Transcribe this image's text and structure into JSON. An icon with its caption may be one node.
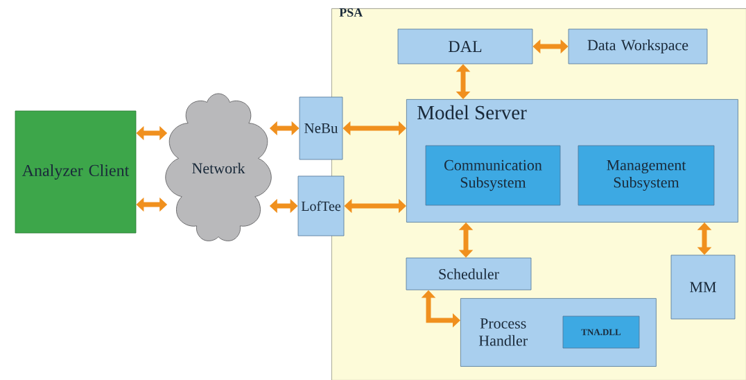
{
  "diagram": {
    "nodes": [
      {
        "text": [
          "PSA"
        ]
      },
      {
        "text": [
          "DAL"
        ],
        "in": 0
      },
      {
        "text": [
          "Data Workspace"
        ],
        "in": 0
      },
      {
        "text": [
          "Model Server"
        ],
        "in": 0
      },
      {
        "text": [
          "Communication Subsystem"
        ],
        "in": 3
      },
      {
        "text": [
          "Management Subsystem"
        ],
        "in": 3
      },
      {
        "text": [
          "NeBu"
        ]
      },
      {
        "text": [
          "LofTee"
        ]
      },
      {
        "text": [
          "Scheduler"
        ],
        "in": 0
      },
      {
        "text": [
          "Process Handler"
        ],
        "in": 0
      },
      {
        "text": [
          "TNA.DLL"
        ],
        "in": 9
      },
      {
        "text": [
          "MM"
        ],
        "in": 0
      },
      {
        "text": [
          "Analyzer Client"
        ]
      },
      {
        "text": [
          "Network"
        ]
      }
    ],
    "edges": [
      {
        "from": 12,
        "to": 13,
        "arrow": "both"
      },
      {
        "from": 12,
        "to": 13,
        "arrow": "both"
      },
      {
        "from": 13,
        "to": 6,
        "arrow": "both"
      },
      {
        "from": 13,
        "to": 7,
        "arrow": "both"
      },
      {
        "from": 6,
        "to": 3,
        "arrow": "both"
      },
      {
        "from": 7,
        "to": 3,
        "arrow": "both"
      },
      {
        "from": 1,
        "to": 2,
        "arrow": "both"
      },
      {
        "from": 1,
        "to": 3,
        "arrow": "both"
      },
      {
        "from": 3,
        "to": 8,
        "arrow": "both"
      },
      {
        "from": 3,
        "to": 11,
        "arrow": "both"
      },
      {
        "from": 8,
        "to": 9,
        "arrow": "both"
      }
    ]
  }
}
